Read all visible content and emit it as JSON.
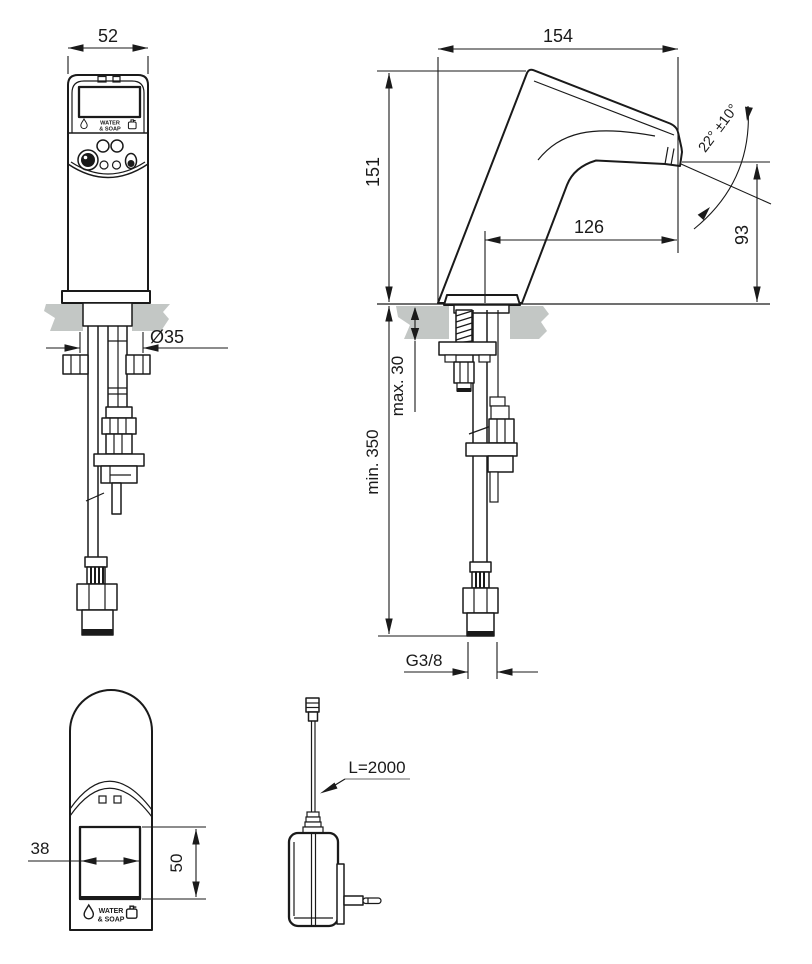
{
  "colors": {
    "line": "#1a1a1a",
    "deck": "#c3c7c5",
    "leader": "#9a9a9a"
  },
  "front_view": {
    "width_dim": "52",
    "hole_dim": "Ø35",
    "panel": {
      "water": "WATER",
      "soap": "& SOAP"
    }
  },
  "side_view": {
    "depth_dim": "154",
    "height_dim": "151",
    "reach_dim": "126",
    "spout_height_dim": "93",
    "angle_dim": "22° ±10°",
    "counter_thickness_dim": "max. 30",
    "clearance_dim": "min. 350",
    "thread_dim": "G3/8"
  },
  "face_view": {
    "width_dim": "38",
    "height_dim": "50",
    "panel": {
      "water": "WATER",
      "soap": "& SOAP"
    }
  },
  "adapter_view": {
    "cable_length_dim": "L=2000"
  }
}
